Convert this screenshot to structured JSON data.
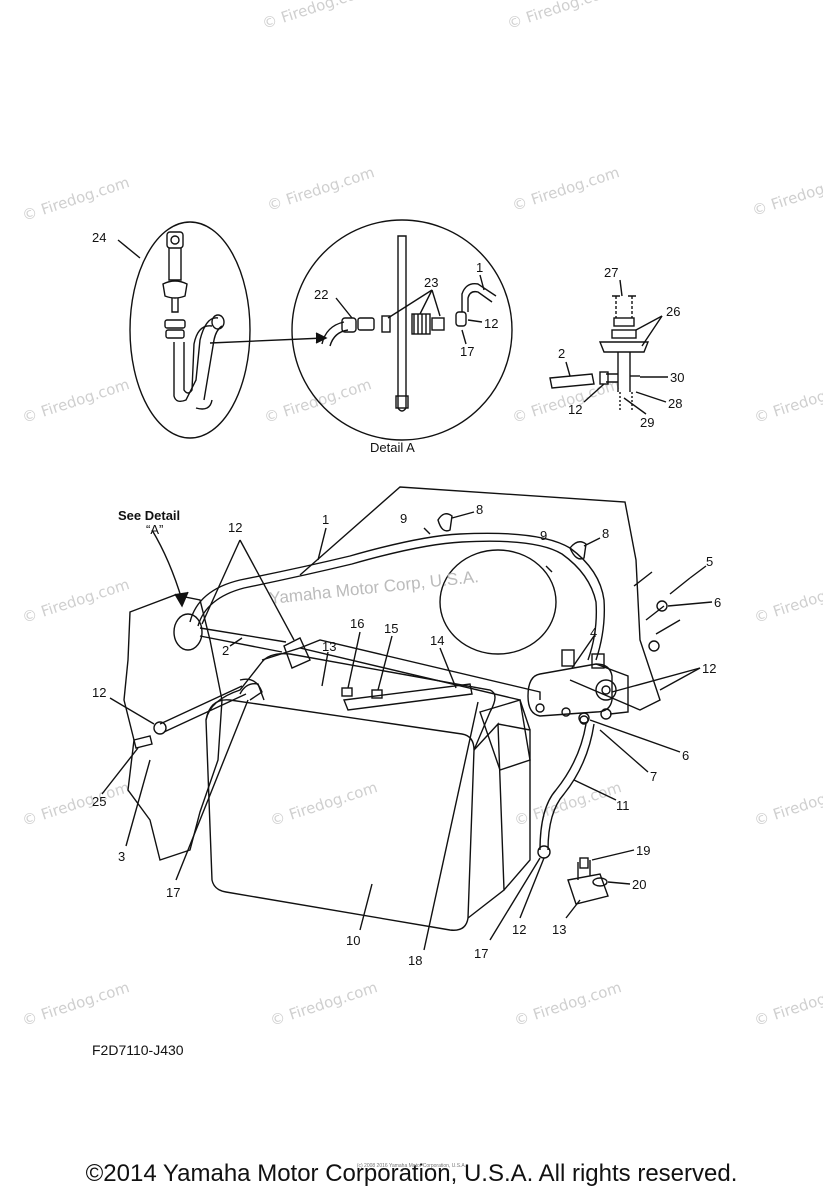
{
  "diagram_code": "F2D7110-J430",
  "detail_label": "Detail A",
  "see_detail_line1": "See Detail",
  "see_detail_line2": "“A”",
  "watermark": "© Firedog.com",
  "inner_watermark": "Yamaha Motor Corp, U.S.A.",
  "tiny_credit": "(c) 2008 2016 Yamaha Motor Corporation, U.S.A.",
  "copyright": "©2014 Yamaha Motor Corporation, U.S.A. All rights reserved.",
  "callouts": {
    "c24": "24",
    "c22": "22",
    "c23": "23",
    "c1_detail": "1",
    "c12_detail": "12",
    "c17_detail": "17",
    "c27": "27",
    "c26": "26",
    "c2_right": "2",
    "c30": "30",
    "c12_right": "12",
    "c28": "28",
    "c29": "29",
    "c12_top": "12",
    "c1_main": "1",
    "c9_a": "9",
    "c8_a": "8",
    "c9_b": "9",
    "c8_b": "8",
    "c5": "5",
    "c6_a": "6",
    "c13_top": "13",
    "c16": "16",
    "c15": "15",
    "c14": "14",
    "c4": "4",
    "c12_right_main": "12",
    "c2_main": "2",
    "c12_left": "12",
    "c25": "25",
    "c3": "3",
    "c17_left": "17",
    "c6_b": "6",
    "c7": "7",
    "c11": "11",
    "c10": "10",
    "c18": "18",
    "c17_bottom": "17",
    "c12_bottom": "12",
    "c13_bottom": "13",
    "c19": "19",
    "c20": "20"
  }
}
